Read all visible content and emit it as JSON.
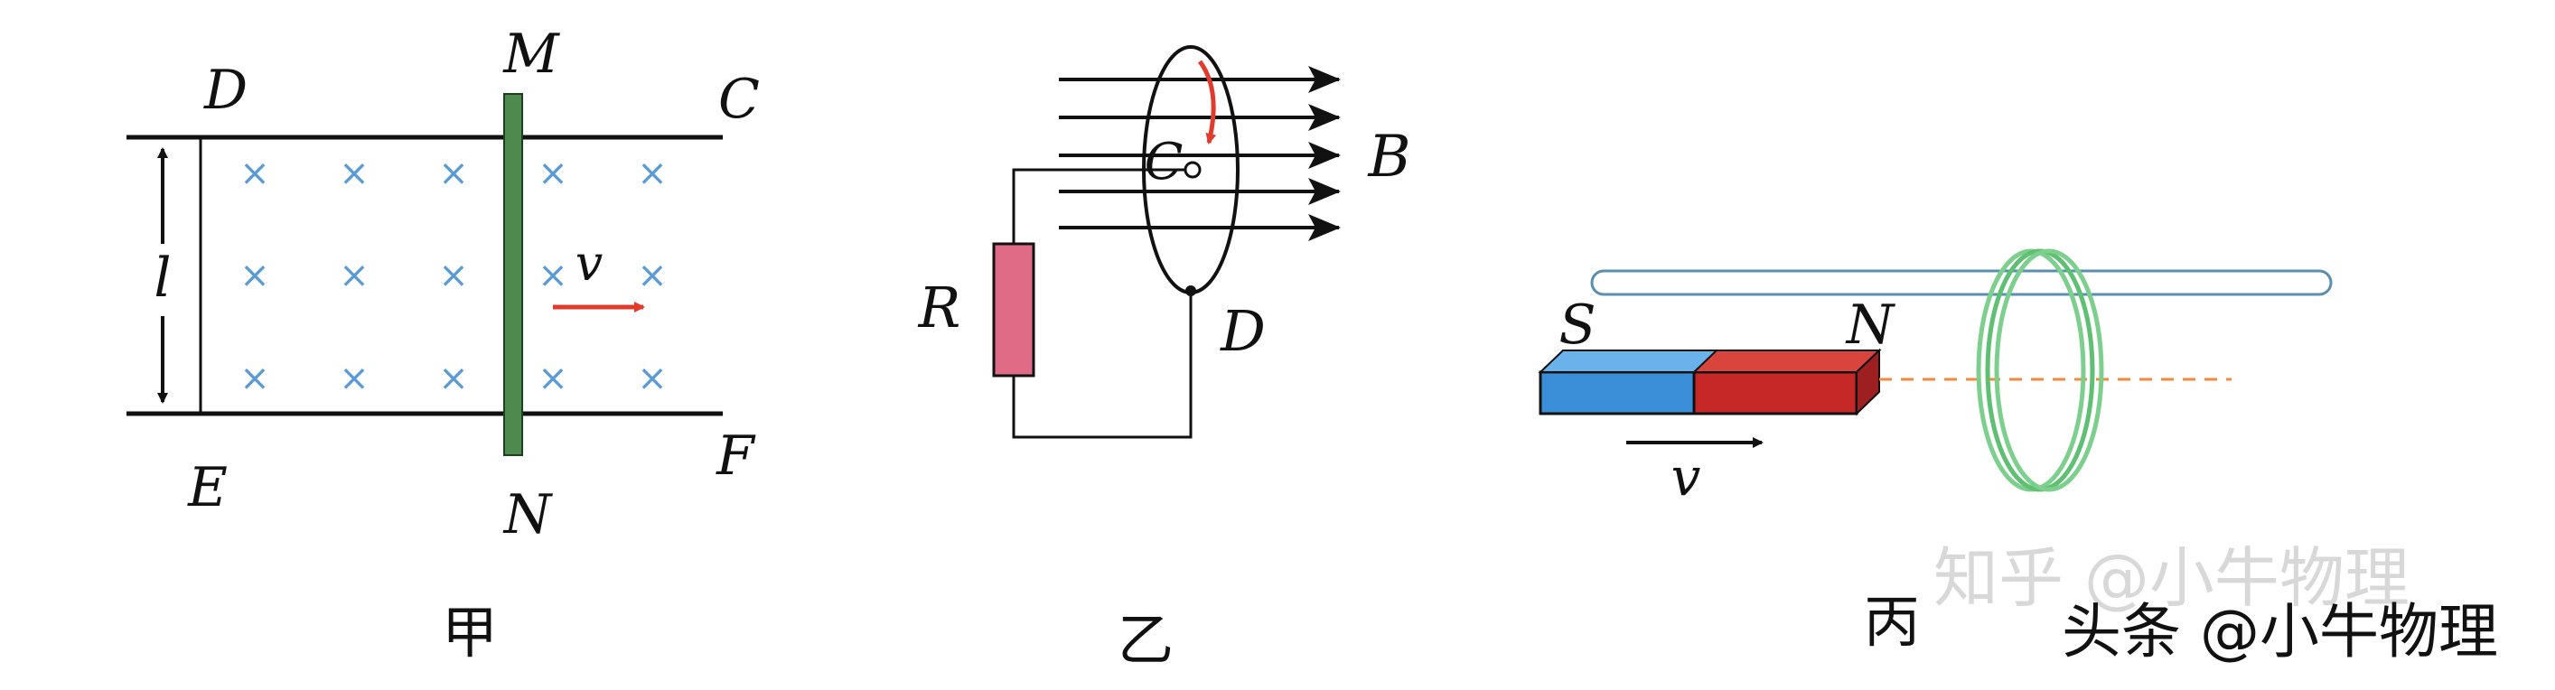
{
  "figure_jia": {
    "labels": {
      "D": "D",
      "M": "M",
      "C": "C",
      "E": "E",
      "N": "N",
      "F": "F",
      "l": "l",
      "v": "v"
    },
    "field_symbol": "×",
    "caption": "甲"
  },
  "figure_yi": {
    "labels": {
      "B": "B",
      "C": "C",
      "R": "R",
      "D": "D"
    },
    "caption": "乙"
  },
  "figure_bing": {
    "labels": {
      "S": "S",
      "N": "N",
      "v": "v"
    },
    "caption": "丙"
  },
  "watermarks": {
    "zhihu": "知乎 @小牛物理",
    "toutiao": "头条 @小牛物理"
  },
  "colors": {
    "field_cross": "#5b9bd5",
    "rod": "#4e8a4e",
    "arrow_red": "#e23b2e",
    "resistor": "#e06b86",
    "magnet_blue": "#3a8fd8",
    "magnet_red": "#c62828",
    "coil": "#7ccf8c"
  }
}
